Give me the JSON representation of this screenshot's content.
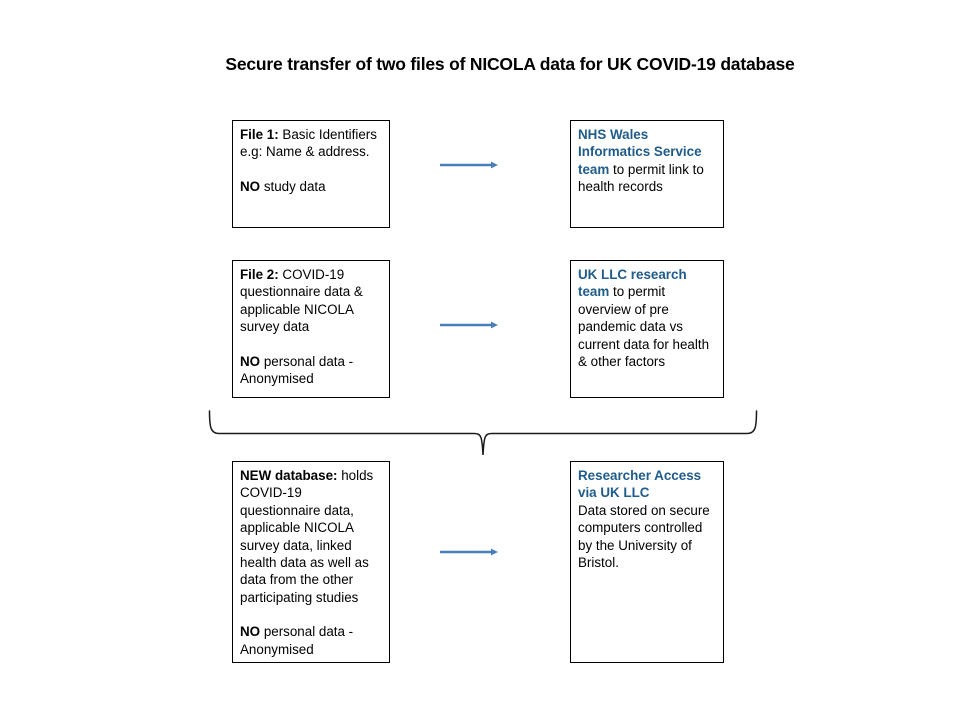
{
  "title": "Secure transfer of two files of NICOLA data for UK COVID-19 database",
  "colors": {
    "accent_blue": "#1F5C8B",
    "arrow_blue": "#4A7EBB",
    "box_border": "#000000",
    "background": "#FFFFFF",
    "brace": "#000000"
  },
  "boxes": {
    "file1": {
      "lead": "File 1:",
      "lead_style": "bold-black",
      "line1": " Basic Identifiers",
      "line2": "e.g:  Name & address.",
      "emphasis2": "NO",
      "rest2": " study data"
    },
    "nhs_wales": {
      "lead": "NHS Wales Informatics Service team",
      "lead_style": "bold-blue",
      "rest": " to permit link to health records"
    },
    "file2": {
      "lead": "File 2:",
      "lead_style": "bold-black",
      "rest": " COVID-19 questionnaire data & applicable NICOLA survey data",
      "emphasis2": "NO",
      "rest2": " personal data  - Anonymised"
    },
    "uk_llc": {
      "lead": "UK LLC research team",
      "lead_style": "bold-blue",
      "rest": " to permit overview of pre pandemic data vs current data for health & other factors"
    },
    "new_database": {
      "lead": "NEW database:",
      "lead_style": "bold-black",
      "rest": "  holds COVID-19 questionnaire data, applicable NICOLA survey data, linked health data as well as data from the other participating studies",
      "emphasis2": "NO",
      "rest2": " personal data  - Anonymised"
    },
    "researcher_access": {
      "lead": "Researcher Access via UK LLC",
      "lead_style": "bold-blue",
      "rest": "Data stored on secure computers controlled by the University of Bristol."
    }
  },
  "connectors": {
    "arrow1": "arrow-right",
    "arrow2": "arrow-right",
    "arrow3": "arrow-right",
    "brace": "curly-brace-down"
  }
}
